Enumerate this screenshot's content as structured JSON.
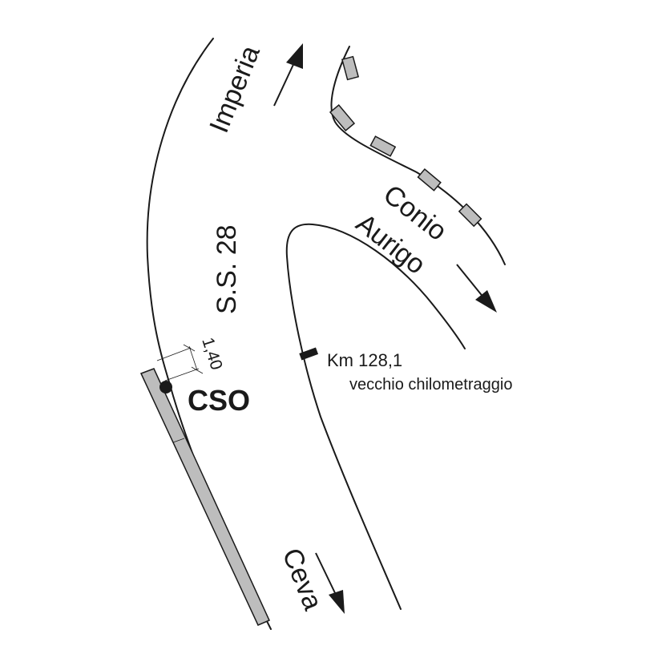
{
  "labels": {
    "imperia": "Imperia",
    "ss28": "S.S. 28",
    "conio": "Conio",
    "aurigo": "Aurigo",
    "km": "Km 128,1",
    "chilometraggio": "vecchio chilometraggio",
    "cso": "CSO",
    "dimension": "1,40",
    "ceva": "Ceva"
  },
  "colors": {
    "line": "#1a1a1a",
    "fill_gray": "#bdbdbd",
    "background": "#ffffff"
  }
}
